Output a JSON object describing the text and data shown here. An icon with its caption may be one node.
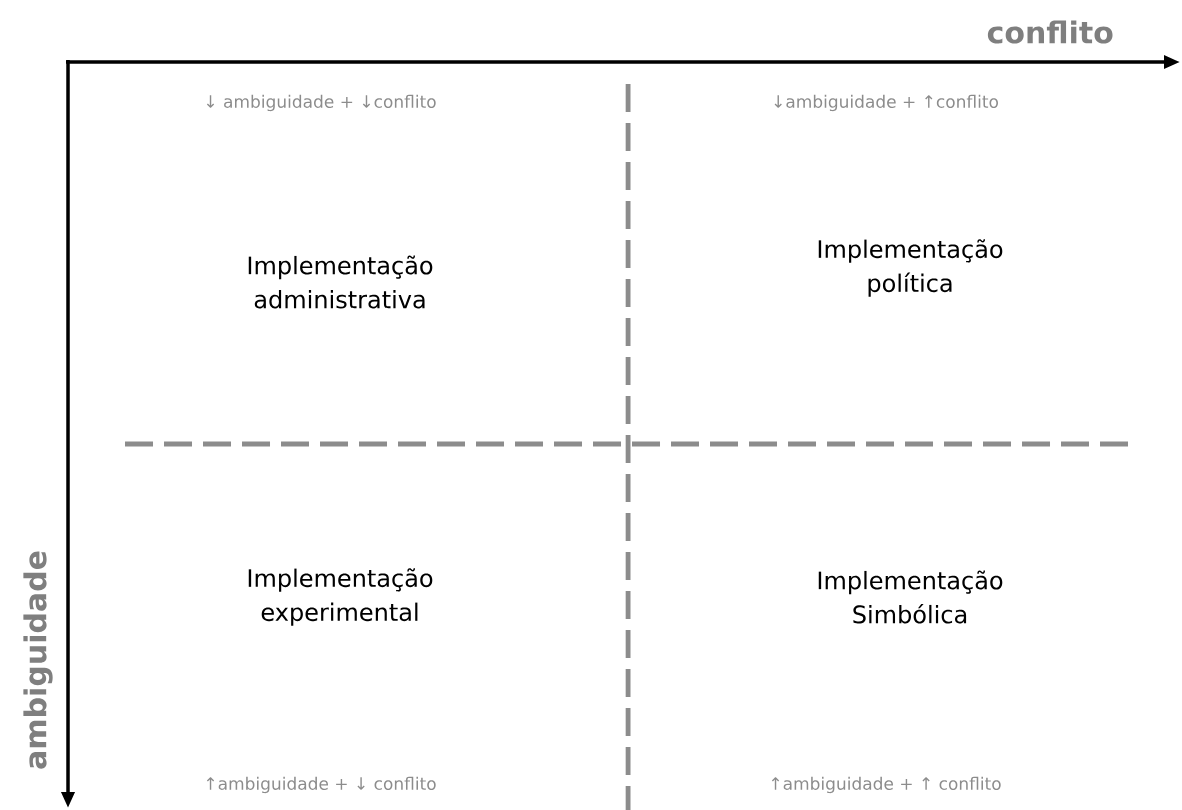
{
  "diagram": {
    "labels": [
      "conflito",
      "↓ ambiguidade + ↓conflito",
      "↓ambiguidade + ↑conflito",
      "Implementação administrativa",
      "Implementação política",
      "Implementação experimental",
      "Implementação Simbólica",
      "ambiguidade",
      "↑ambiguidade + ↓ conflito",
      "↑ambiguidade + ↑ conflito"
    ]
  }
}
